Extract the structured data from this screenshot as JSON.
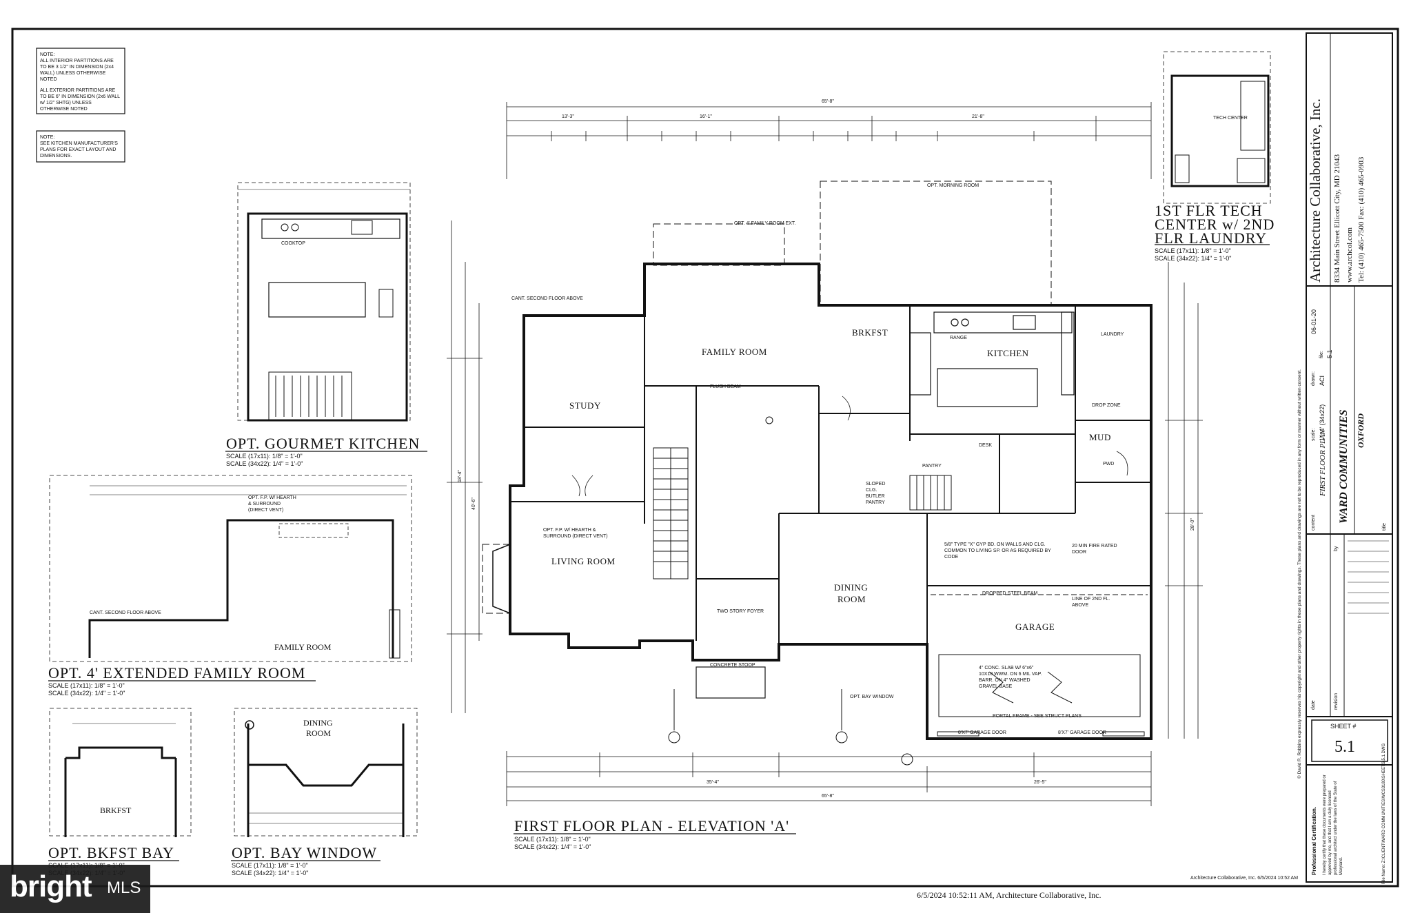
{
  "notes": {
    "note1_head": "NOTE:",
    "note1": "ALL INTERIOR PARTITIONS ARE TO BE 3 1/2\" IN DIMENSION (2x4 WALL) UNLESS OTHERWISE NOTED",
    "note1b": "ALL EXTERIOR PARTITIONS ARE TO BE 6\" IN DIMENSION (2x6 WALL w/ 1/2\" SHTG) UNLESS OTHERWISE NOTED",
    "note2_head": "NOTE:",
    "note2": "SEE KITCHEN MANUFACTURER'S PLANS FOR EXACT LAYOUT AND DIMENSIONS."
  },
  "titles": {
    "gourmet": "OPT. GOURMET KITCHEN",
    "extended": "OPT. 4' EXTENDED FAMILY ROOM",
    "bkfst_bay": "OPT. BKFST BAY",
    "bay_window": "OPT. BAY WINDOW",
    "main": "FIRST FLOOR PLAN - ELEVATION 'A'",
    "tech1": "1ST FLR TECH",
    "tech2": "CENTER w/ 2ND",
    "tech3": "FLR LAUNDRY"
  },
  "scales": {
    "s1": "SCALE (17x11): 1/8\" = 1'-0\"",
    "s2": "SCALE (34x22): 1/4\" = 1'-0\""
  },
  "rooms": {
    "study": "STUDY",
    "family": "FAMILY ROOM",
    "brkfst": "BRKFST",
    "kitchen": "KITCHEN",
    "living": "LIVING ROOM",
    "dining": "DINING",
    "dining2": "ROOM",
    "garage": "GARAGE",
    "mud": "MUD",
    "laundry": "LAUNDRY",
    "tech_center": "TECH CENTER",
    "two_story_foyer": "TWO STORY FOYER",
    "family_ext": "FAMILY ROOM",
    "bay_dining": "DINING",
    "bay_room": "ROOM",
    "bay_brkfst": "BRKFST",
    "pantry": "PANTRY",
    "drop_zone": "DROP ZONE",
    "desk": "DESK",
    "pwd": "PWD"
  },
  "labels": {
    "morning_room": "OPT. MORNING ROOM",
    "fam_ext": "OPT. 4' FAMILY ROOM EXT.",
    "cant_second": "CANT. SECOND FLOOR ABOVE",
    "flush_beam": "FLUSH BEAM",
    "concrete_stoop": "CONCRETE STOOP",
    "garage_door1": "8'X7' GARAGE DOOR",
    "garage_door2": "8'X7' GARAGE DOOR",
    "portal_frame": "PORTAL FRAME - SEE STRUCT PLANS",
    "dropped_steel": "DROPPED STEEL BEAM",
    "line_of_2nd": "LINE OF 2ND FL. ABOVE",
    "fire_door": "20 MIN FIRE RATED DOOR",
    "gyp_bd": "5/8\" TYPE \"X\" GYP BD. ON WALLS AND CLG. COMMON TO LIVING SP. OR AS REQUIRED BY CODE",
    "conc_slab": "4\" CONC. SLAB W/ 6\"x6\" 10X10 WWM. ON 6 MIL VAP. BARR. ON 4\" WASHED GRAVEL BASE",
    "sloped_clg": "SLOPED CLG. BUTLER PANTRY",
    "opt_fp": "OPT. F.P. W/ HEARTH & SURROUND (DIRECT VENT)",
    "cooktop": "COOKTOP",
    "range": "RANGE",
    "opt_bay_window": "OPT. BAY WINDOW"
  },
  "dims": {
    "overall_top": "65'-8\"",
    "overall_bottom": "65'-8\"",
    "d1": "13'-3\"",
    "d2": "16'-1\"",
    "d3": "21'-8\"",
    "d4": "35'-4\"",
    "d5": "26'-5\"",
    "d6": "18'-4\"",
    "d7": "40'-6\"",
    "d8": "28'-0\""
  },
  "titleblock": {
    "firm": "Architecture Collaborative, Inc.",
    "address": "8334 Main Street    Ellicott City, MD 21043",
    "web": "www.archcol.com",
    "tel": "Tel: (410) 465-7500    Fax: (410) 465-0903",
    "rights": "© David R. Robbins expressly reserves his copyright and other property rights in these plans and drawings. These plans and drawings are not to be reproduced in any form or manner without written consent.",
    "content_label": "content",
    "content": "FIRST FLOOR PLAN",
    "scale_label": "scale:",
    "scale_val": "1\"=4' (34x22)",
    "drawn_label": "drawn:",
    "drawn": "ACI",
    "date_val": "06-01-20",
    "file_label": "file:",
    "file": "5.1",
    "title_label": "title",
    "client": "WARD COMMUNITIES",
    "project": "OXFORD",
    "date_col": "date",
    "revision_col": "revision",
    "by_col": "by",
    "sheet_label": "SHEET #",
    "sheet": "5.1",
    "cert_head": "Professional Certification.",
    "cert_text": "I hereby certify that these documents were prepared or approved by me, and that I am a duly licensed professional architect under the laws of the State of Maryland.",
    "file_name": "File Name: Z:\\CLIENT\\WARD COMMUNITIES\\WCS3180\\SHEETS\\5.1.DWG"
  },
  "footer": {
    "small_stamp": "Architecture Collaborative, Inc.  6/5/2024 10:52 AM",
    "stamp": "6/5/2024 10:52:11 AM, Architecture Collaborative, Inc."
  },
  "watermark": {
    "brand": "bright",
    "brand2": "MLS"
  }
}
